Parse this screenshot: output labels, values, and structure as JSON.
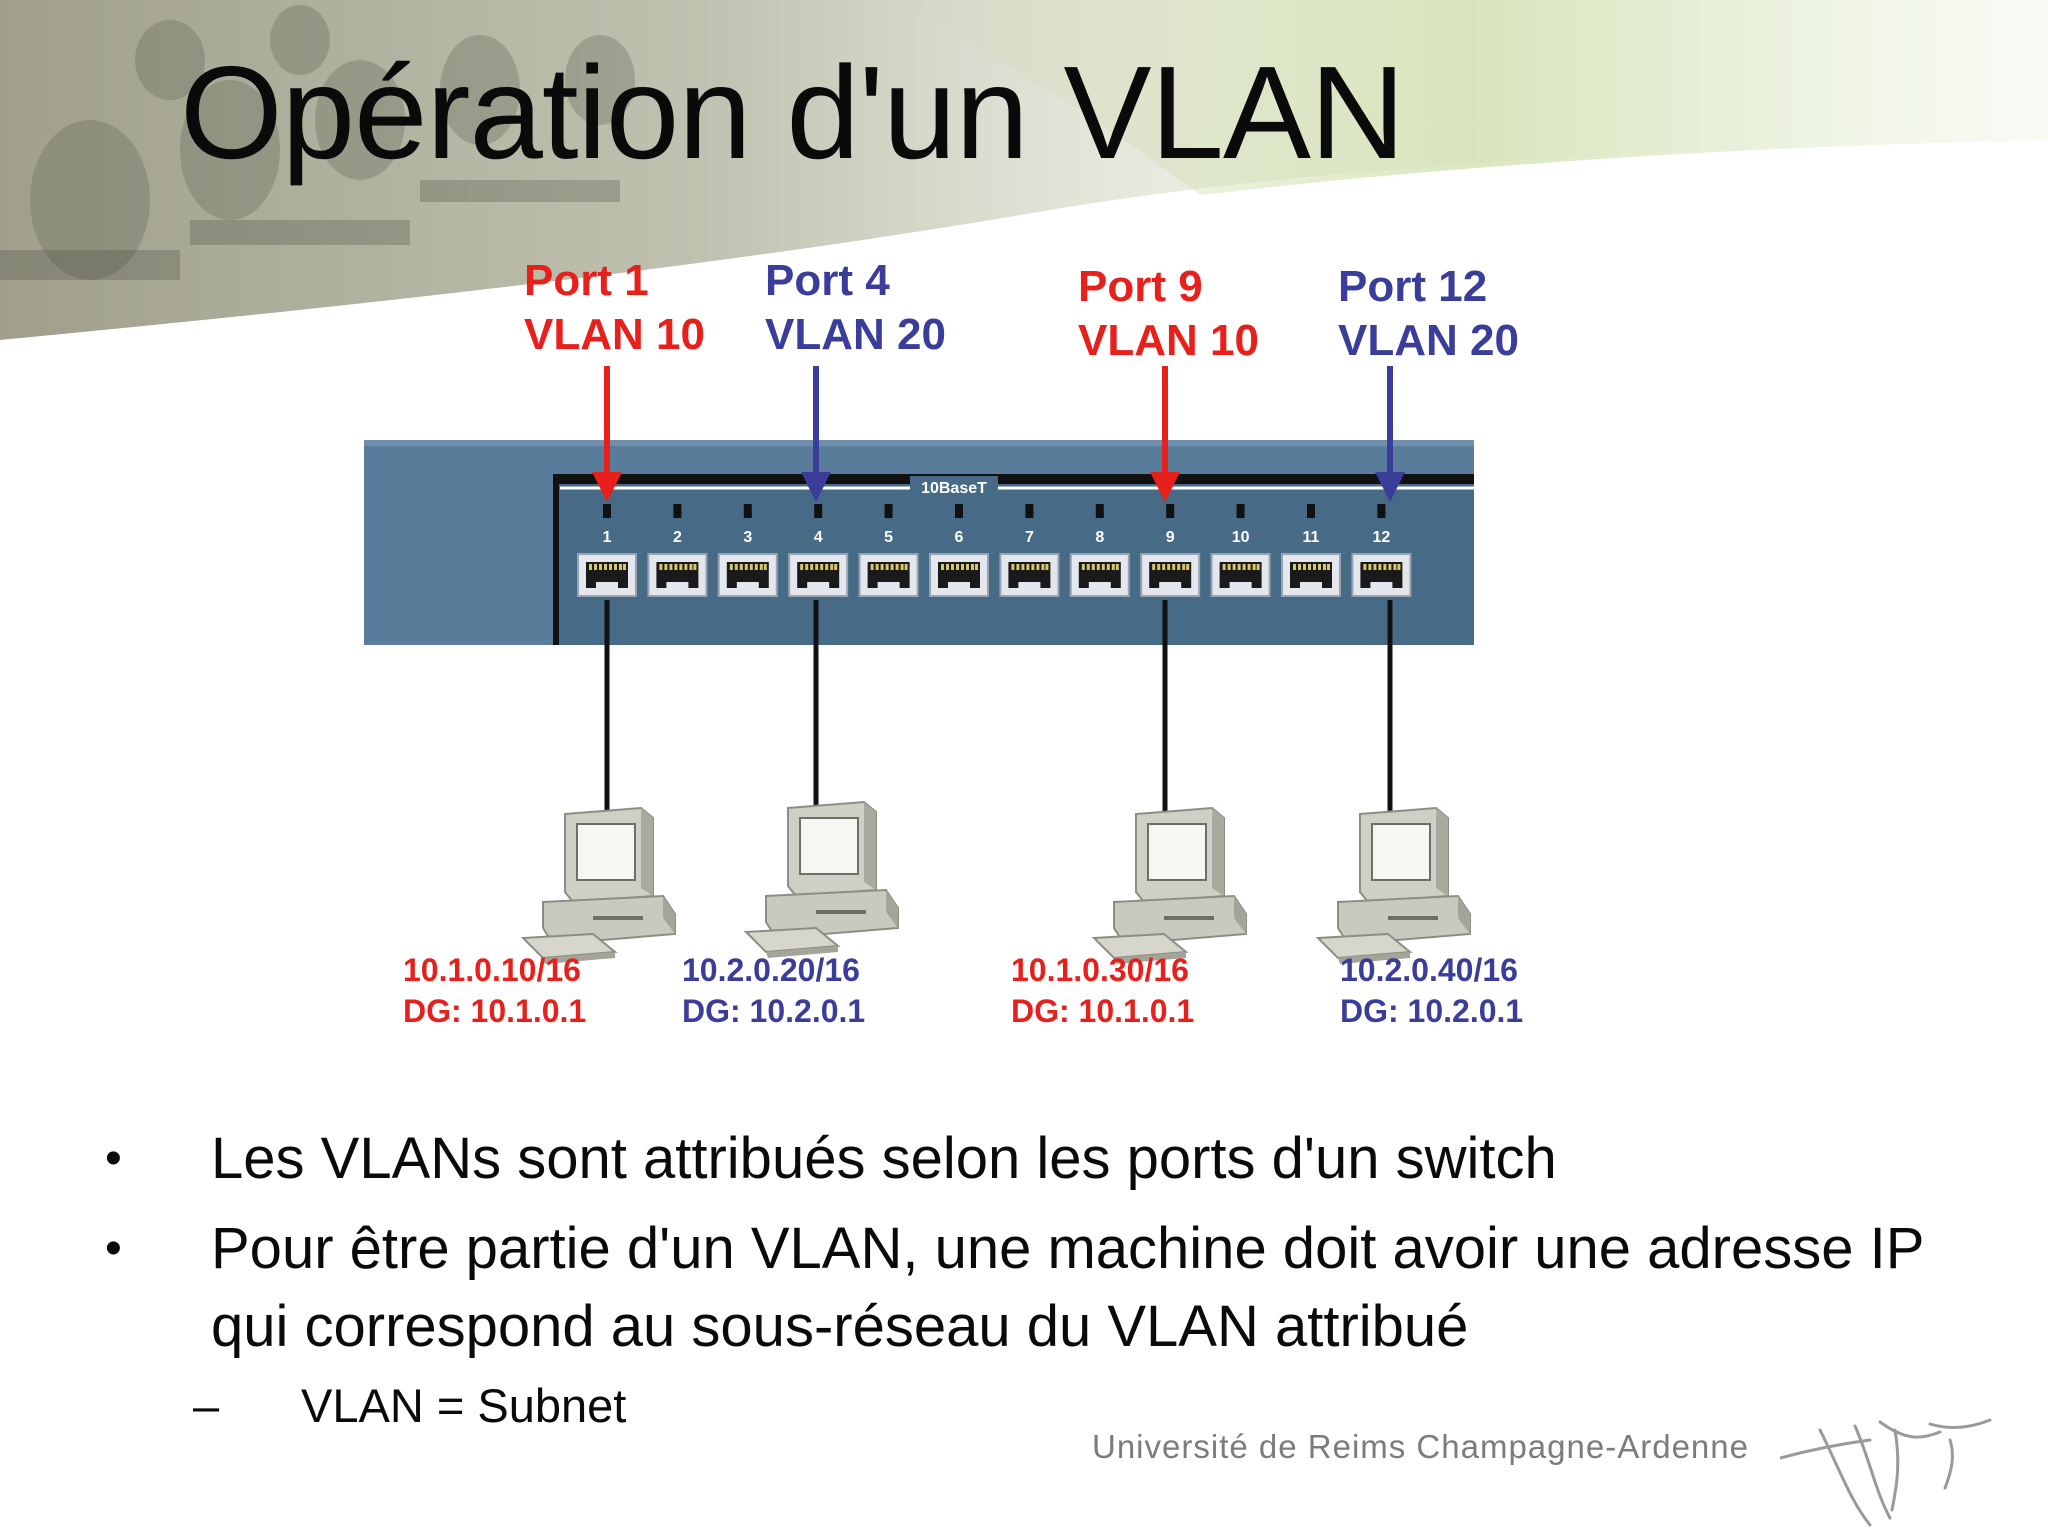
{
  "title": "Opération d'un VLAN",
  "switch": {
    "band_label": "10BaseT",
    "port_numbers": [
      "1",
      "2",
      "3",
      "4",
      "5",
      "6",
      "7",
      "8",
      "9",
      "10",
      "11",
      "12"
    ]
  },
  "ports": [
    {
      "port": "Port 1",
      "vlan": "VLAN 10",
      "color": "#e8201c",
      "ip": "10.1.0.10/16",
      "dg": "DG: 10.1.0.1"
    },
    {
      "port": "Port 4",
      "vlan": "VLAN 20",
      "color": "#3a3d9a",
      "ip": "10.2.0.20/16",
      "dg": "DG: 10.2.0.1"
    },
    {
      "port": "Port 9",
      "vlan": "VLAN 10",
      "color": "#e8201c",
      "ip": "10.1.0.30/16",
      "dg": "DG: 10.1.0.1"
    },
    {
      "port": "Port 12",
      "vlan": "VLAN 20",
      "color": "#3a3d9a",
      "ip": "10.2.0.40/16",
      "dg": "DG: 10.2.0.1"
    }
  ],
  "bullets": [
    "Les VLANs sont attribués selon les ports d'un switch",
    "Pour être partie d'un VLAN, une machine doit avoir une adresse IP qui correspond au sous-réseau du VLAN attribué"
  ],
  "bullet_symbol": "•",
  "sub_bullet": "VLAN = Subnet",
  "sub_bullet_symbol": "–",
  "footer": {
    "university": "Université de Reims Champagne-Ardenne"
  },
  "colors": {
    "vlan10": "#e8201c",
    "vlan20": "#3a3d9a",
    "switch_body": "#587c9a"
  }
}
